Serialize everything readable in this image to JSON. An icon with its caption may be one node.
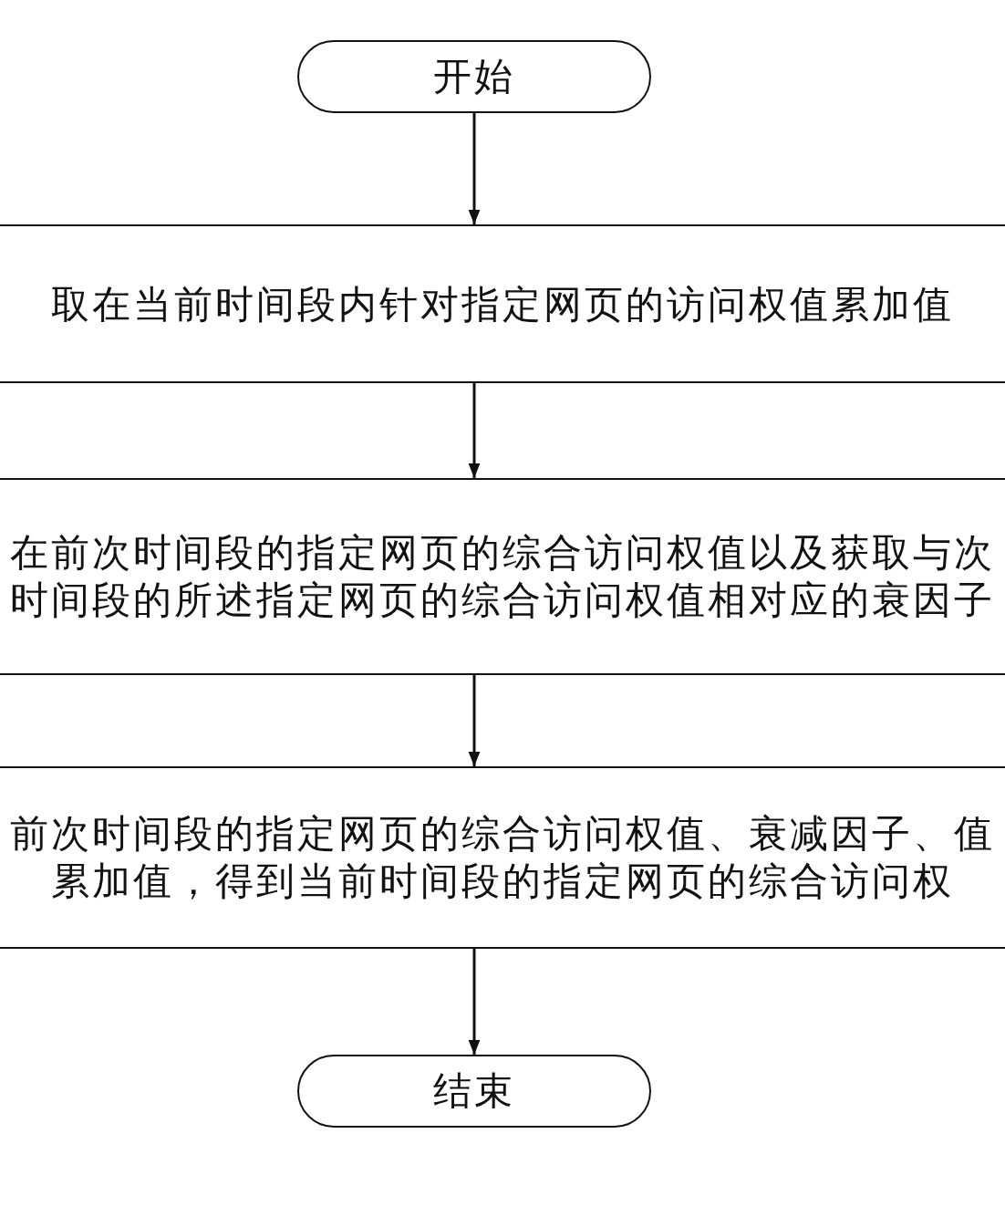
{
  "diagram": {
    "nodes": [
      {
        "text": [
          "开始"
        ]
      },
      {
        "text": [
          "取在当前时间段内针对指定网页的访问权值累加值"
        ]
      },
      {
        "text": [
          "在前次时间段的指定网页的综合访问权值以及获取与次时间段的所述指定网页的综合访问权值相对应的衰因子"
        ]
      },
      {
        "text": [
          "前次时间段的指定网页的综合访问权值、衰减因子、值累加值，得到当前时间段的指定网页的综合访问权"
        ]
      },
      {
        "text": [
          "结束"
        ]
      }
    ],
    "edges": [
      {
        "from": 0,
        "to": 1,
        "arrow": "to"
      },
      {
        "from": 1,
        "to": 2,
        "arrow": "to"
      },
      {
        "from": 2,
        "to": 3,
        "arrow": "to"
      },
      {
        "from": 3,
        "to": 4,
        "arrow": "to"
      }
    ]
  }
}
